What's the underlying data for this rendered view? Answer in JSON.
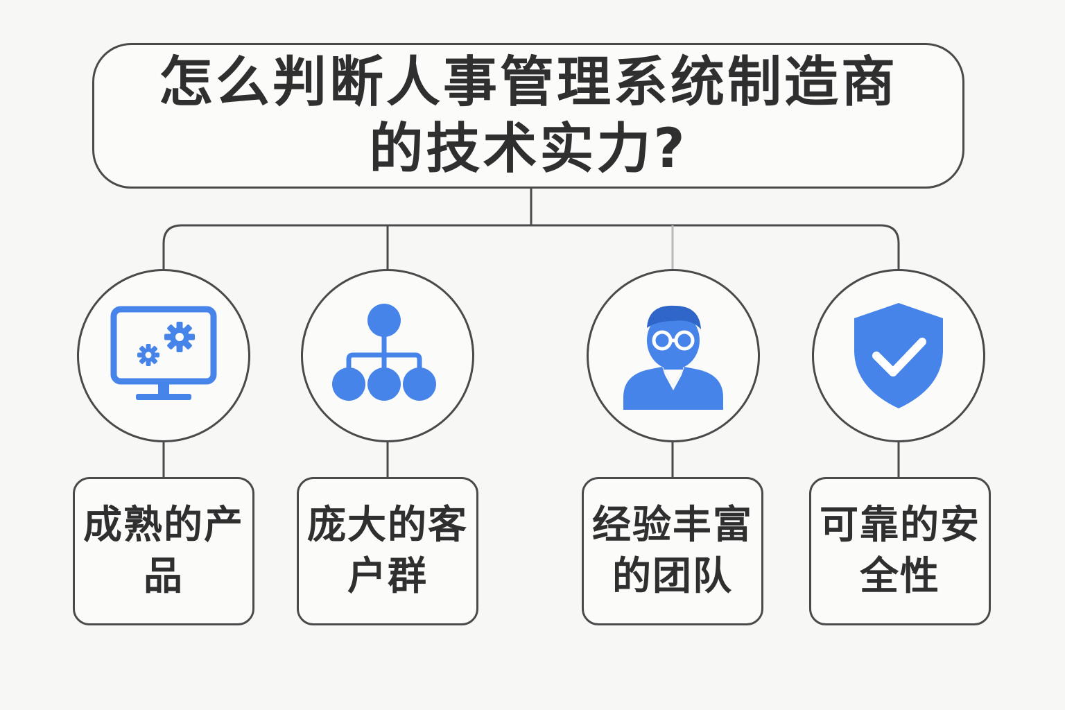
{
  "title": "怎么判断人事管理系统制造商的技术实力?",
  "colors": {
    "accent": "#4684ea",
    "stroke": "#4a4a4a",
    "text": "#2f2f2f",
    "background": "#f7f7f6"
  },
  "items": [
    {
      "icon": "monitor-gears-icon",
      "label": "成熟的产品"
    },
    {
      "icon": "org-chart-icon",
      "label": "庞大的客户群"
    },
    {
      "icon": "person-glasses-icon",
      "label": "经验丰富的团队"
    },
    {
      "icon": "shield-check-icon",
      "label": "可靠的安全性"
    }
  ]
}
